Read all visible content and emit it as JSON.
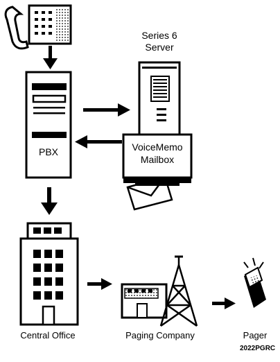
{
  "labels": {
    "server_title_line1": "Series 6",
    "server_title_line2": "Server",
    "pbx": "PBX",
    "mailbox_line1": "VoiceMemo",
    "mailbox_line2": "Mailbox",
    "central_office": "Central Office",
    "paging_company": "Paging Company",
    "pager": "Pager",
    "figure_id": "2022PGRC"
  },
  "colors": {
    "ink": "#000000",
    "paper": "#ffffff"
  },
  "icons": [
    "telephone-icon",
    "server-icon",
    "envelope-icon",
    "office-building-icon",
    "paging-building-icon",
    "radio-tower-icon",
    "pager-icon"
  ]
}
